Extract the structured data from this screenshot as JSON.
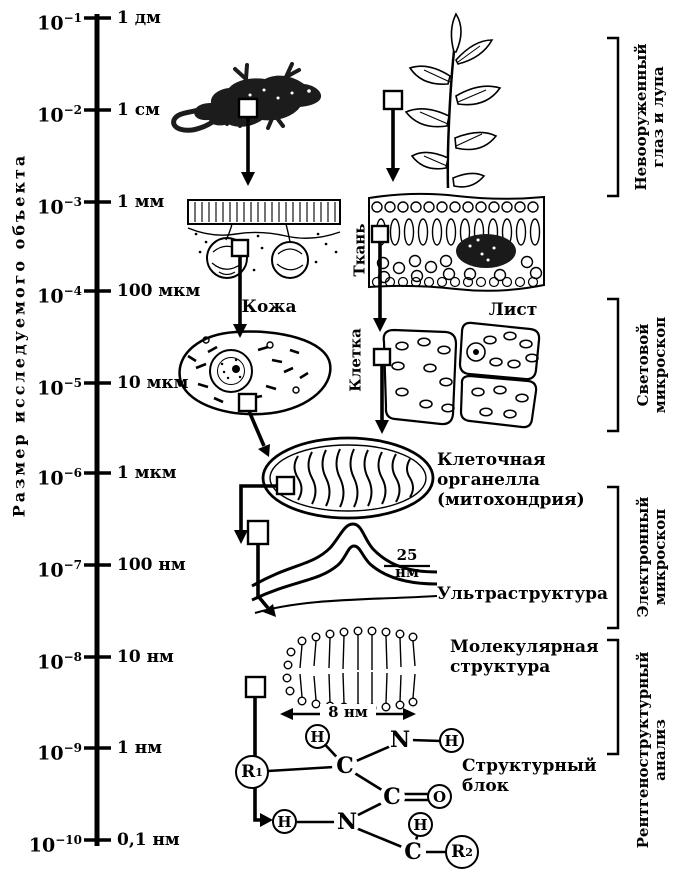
{
  "figure": {
    "axis_label": "Размер исследуемого объекта",
    "ticks": [
      {
        "base": "10",
        "exp": "−1",
        "unit": "1 дм"
      },
      {
        "base": "10",
        "exp": "−2",
        "unit": "1 см"
      },
      {
        "base": "10",
        "exp": "−3",
        "unit": "1 мм"
      },
      {
        "base": "10",
        "exp": "−4",
        "unit": "100 мкм"
      },
      {
        "base": "10",
        "exp": "−5",
        "unit": "10 мкм"
      },
      {
        "base": "10",
        "exp": "−6",
        "unit": "1 мкм"
      },
      {
        "base": "10",
        "exp": "−7",
        "unit": "100 нм"
      },
      {
        "base": "10",
        "exp": "−8",
        "unit": "10 нм"
      },
      {
        "base": "10",
        "exp": "−9",
        "unit": "1 нм"
      },
      {
        "base": "10",
        "exp": "−10",
        "unit": "0,1 нм"
      }
    ],
    "methods": [
      {
        "label": "Невооруженный\nглаз и лупа"
      },
      {
        "label": "Световой\nмикроскоп"
      },
      {
        "label": "Электронный\nмикроскоп"
      },
      {
        "label": "Рентгеноструктурный\nанализ"
      }
    ],
    "labels": {
      "skin": "Кожа",
      "leaf": "Лист",
      "tissue": "Ткань",
      "cell": "Клетка",
      "organelle": "Клеточная\nорганелла\n(митохондрия)",
      "ultrastructure": "Ультраструктура",
      "ultrastructure_scale": "25 нм",
      "molecular": "Молекулярная\nструктура",
      "molecular_scale": "8 нм",
      "block": "Структурный\nблок"
    },
    "atoms": {
      "h": "H",
      "n": "N",
      "c": "C",
      "o": "O",
      "r1": {
        "sym": "R",
        "sub": "1"
      },
      "r2": {
        "sym": "R",
        "sub": "2"
      }
    }
  }
}
